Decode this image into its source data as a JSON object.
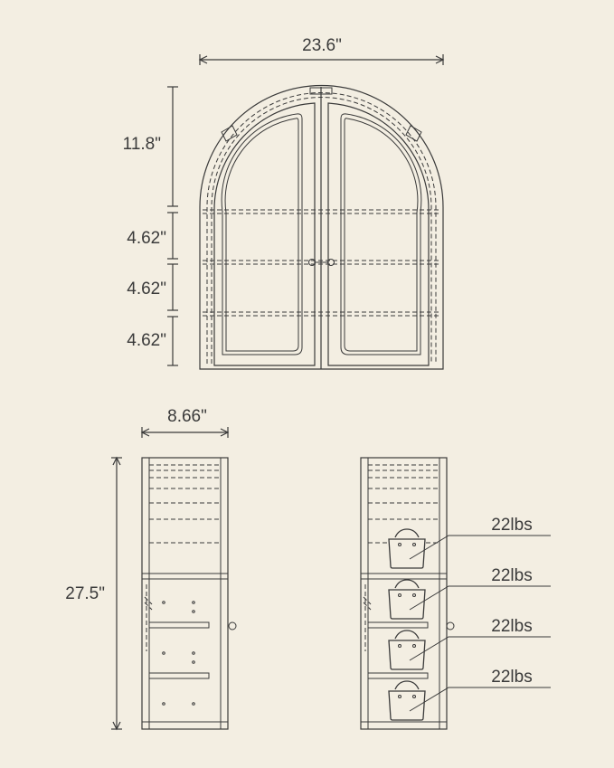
{
  "dimensions": {
    "width": "23.6\"",
    "arch_height": "11.8\"",
    "shelf_1": "4.62\"",
    "shelf_2": "4.62\"",
    "shelf_3": "4.62\"",
    "depth": "8.66\"",
    "height": "27.5\""
  },
  "load_capacity": [
    "22lbs",
    "22lbs",
    "22lbs",
    "22lbs"
  ]
}
